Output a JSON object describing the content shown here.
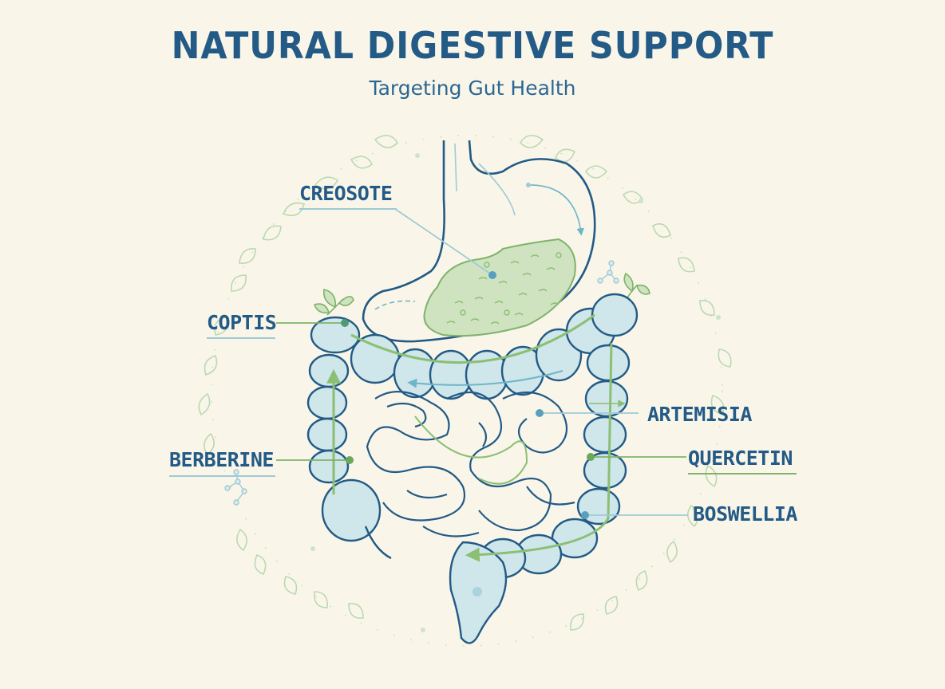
{
  "header": {
    "title": "NATURAL DIGESTIVE SUPPORT",
    "subtitle": "Targeting Gut Health"
  },
  "labels": {
    "creosote": "CREOSOTE",
    "coptis": "COPTIS",
    "berberine": "BERBERINE",
    "artemisia": "ARTEMISIA",
    "quercetin": "QUERCETIN",
    "boswellia": "BOSWELLIA"
  },
  "colors": {
    "background": "#f9f6e9",
    "outline_navy": "#235a86",
    "fill_light_blue": "#cfe6ea",
    "fill_light_green": "#cfe3c0",
    "accent_green": "#7fb36a",
    "accent_teal": "#6fb5c8",
    "leaf_green": "#a9cf9a"
  },
  "icons": [
    "leaf-icon",
    "molecule-icon",
    "sprig-icon"
  ]
}
